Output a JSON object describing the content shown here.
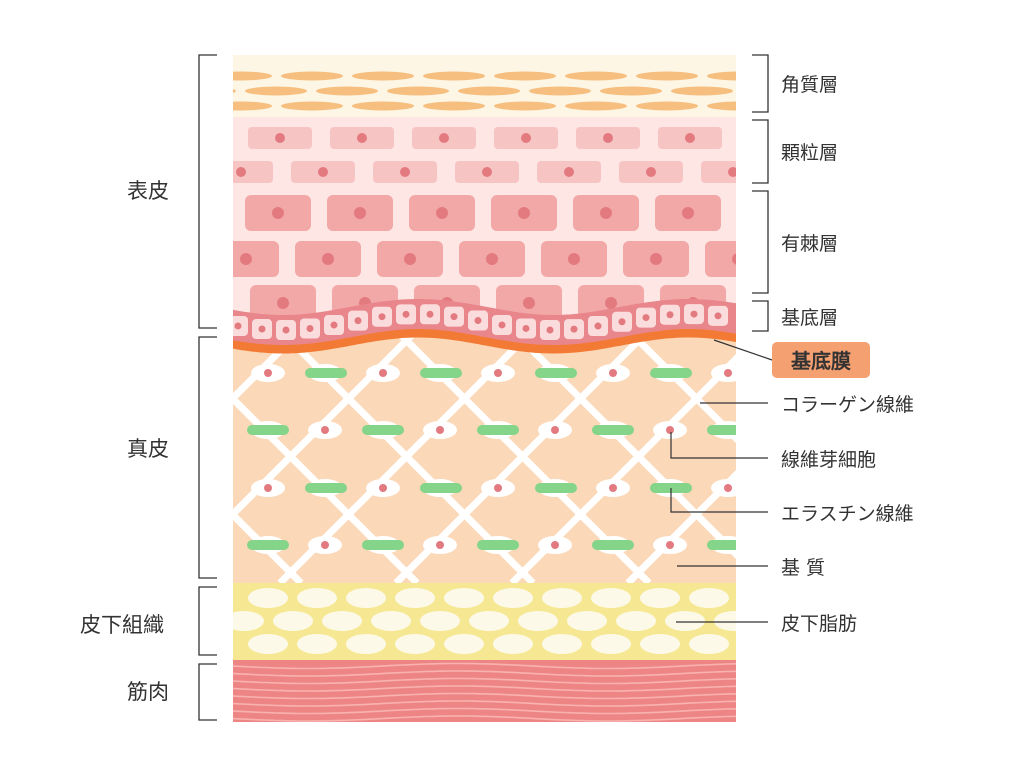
{
  "left_labels": {
    "epidermis": "表皮",
    "dermis": "真皮",
    "subcutaneous_tissue": "皮下組織",
    "muscle": "筋肉"
  },
  "right_labels": {
    "stratum_corneum": "角質層",
    "stratum_granulosum": "顆粒層",
    "stratum_spinosum": "有棘層",
    "stratum_basale": "基底層",
    "basement_membrane": "基底膜",
    "collagen_fibers": "コラーゲン線維",
    "fibroblasts": "線維芽細胞",
    "elastin_fibers": "エラスチン線維",
    "ground_substance": "基 質",
    "subcutaneous_fat": "皮下脂肪"
  },
  "colors": {
    "corneum_bg": "#fdf6e4",
    "corneum_cell": "#f6bf80",
    "granular_bg": "#fde6e4",
    "granular_cell": "#f7c4c4",
    "spinous_cell": "#f3a8a8",
    "cell_nucleus": "#e37a80",
    "basal_wave": "#e9868b",
    "basal_cell": "#fbdcdc",
    "basement_membrane": "#f37a34",
    "dermis_bg": "#fbd8b8",
    "elastin": "#84d48a",
    "fat_bg": "#f6e893",
    "fat_cell": "#fdf9e8",
    "muscle": "#ee8585",
    "muscle_line": "#f8b3b0",
    "highlight_label_bg": "#f5a070",
    "bracket": "#333333"
  }
}
